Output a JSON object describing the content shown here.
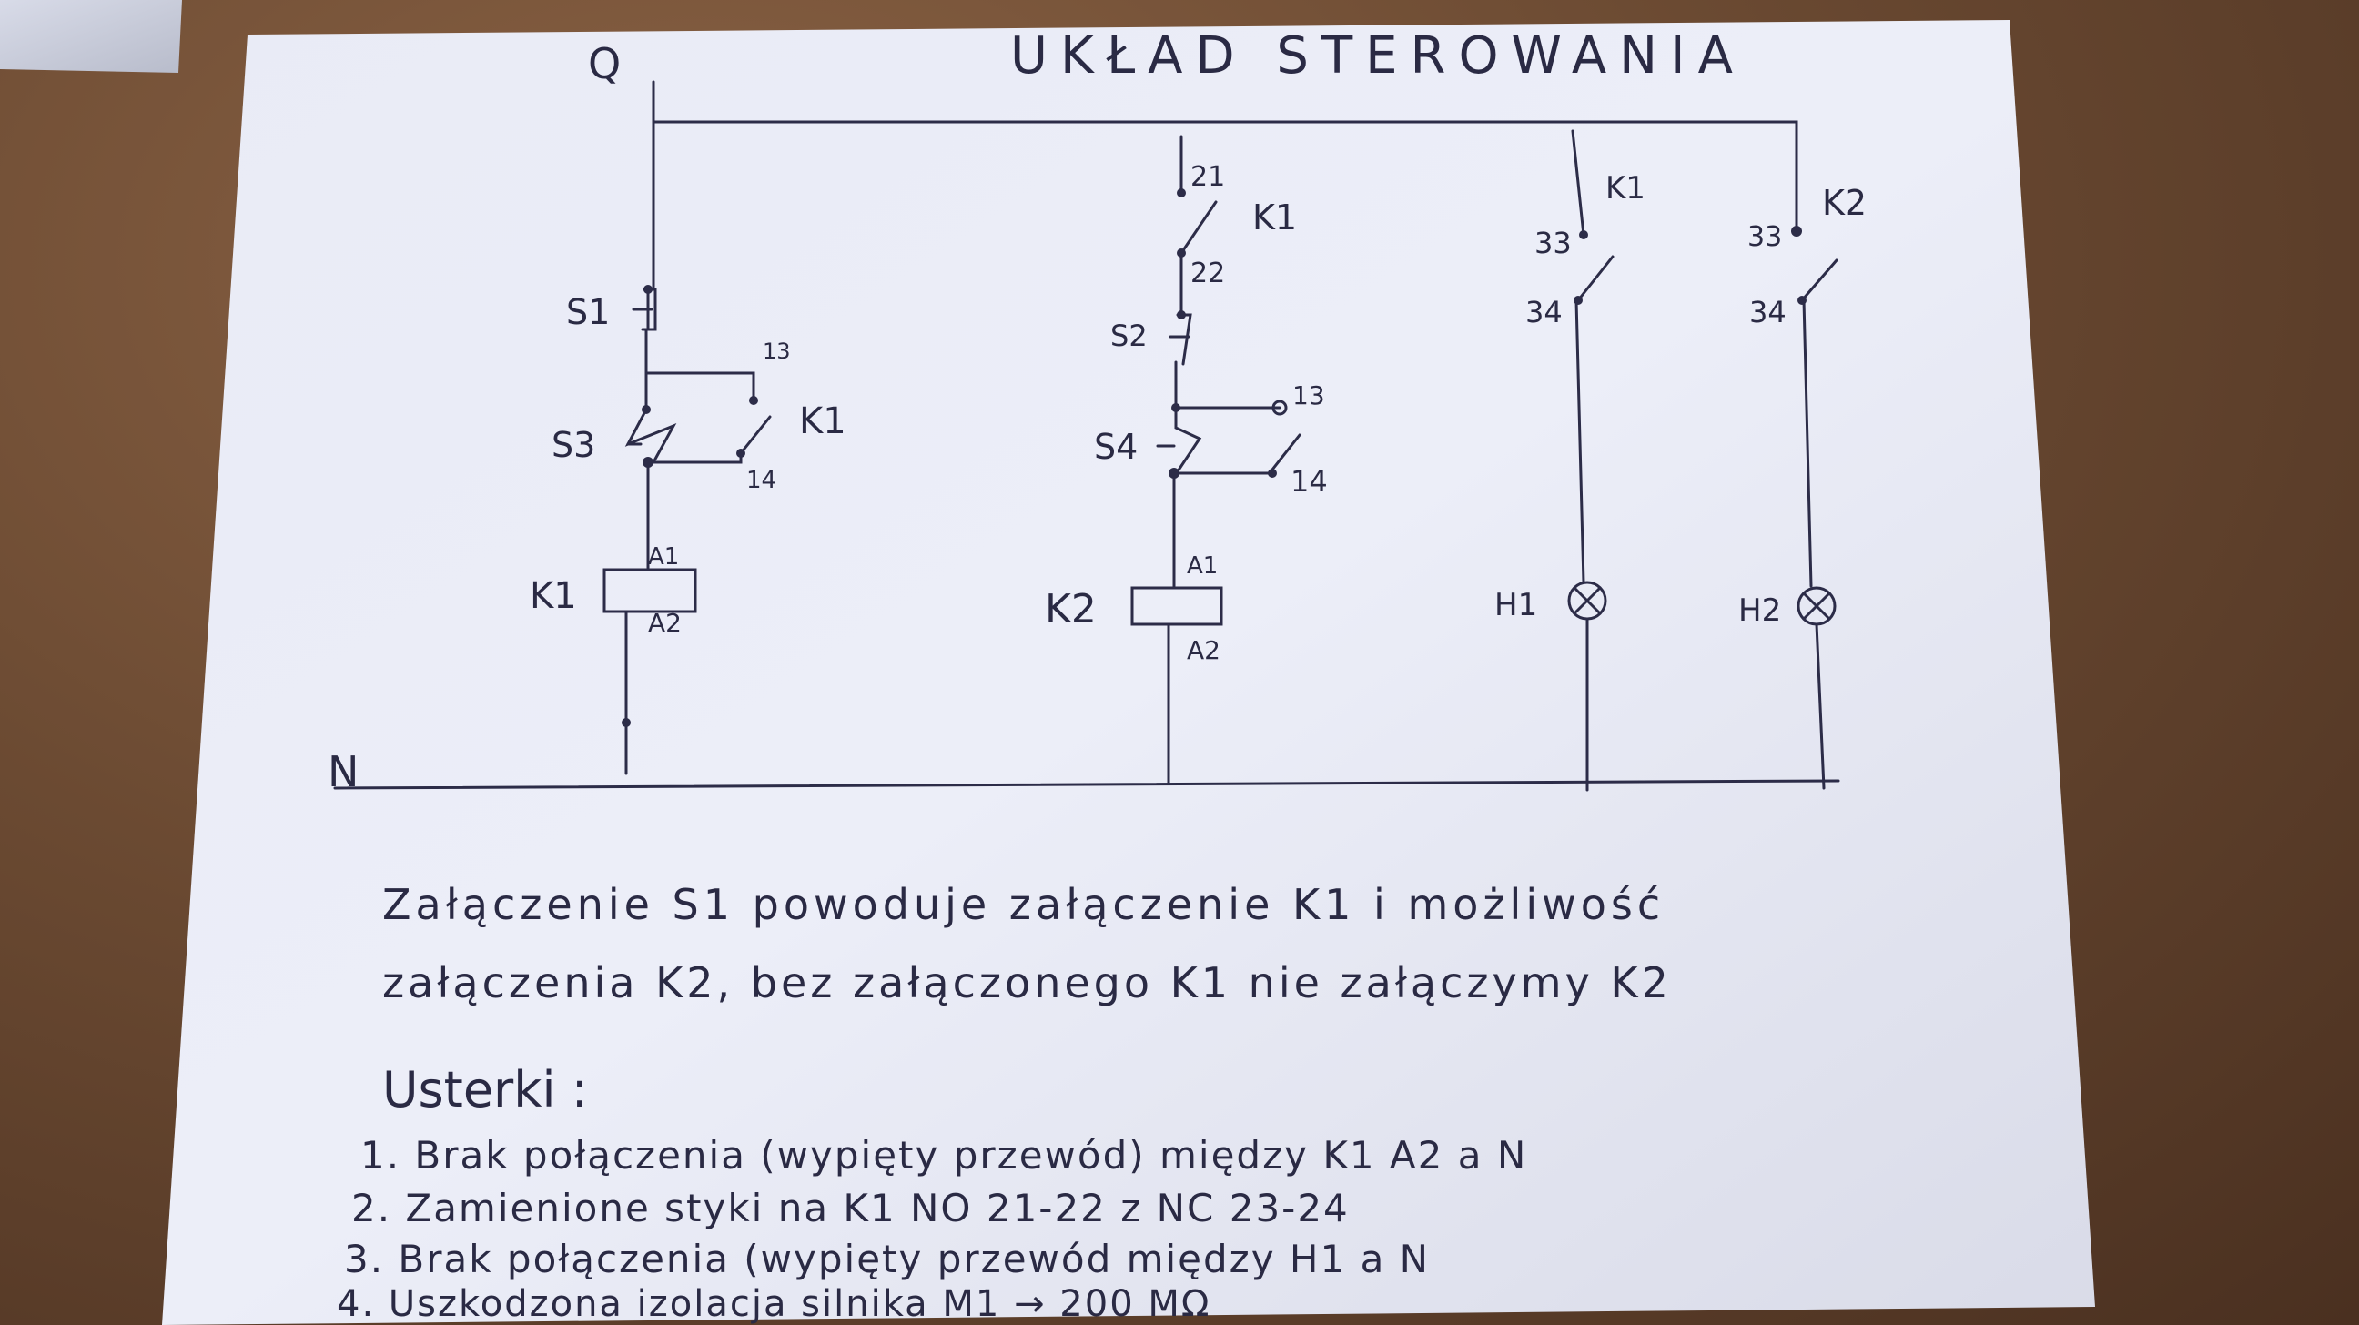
{
  "diagram": {
    "title": "UKŁAD STEROWANIA",
    "rails": {
      "top": "Q",
      "bottom": "N"
    },
    "branch1": {
      "s1": "S1",
      "s3": "S3",
      "k1_contact": "K1",
      "t13": "13",
      "t14": "14",
      "coil": "K1",
      "a1": "A1",
      "a2": "A2"
    },
    "branch2": {
      "t21": "21",
      "k1": "K1",
      "t22": "22",
      "s2": "S2",
      "s4": "S4",
      "t13": "13",
      "t14": "14",
      "coil": "K2",
      "a1": "A1",
      "a2": "A2"
    },
    "branch3": {
      "k": "K1",
      "t33": "33",
      "t34": "34",
      "lamp": "H1"
    },
    "branch4": {
      "k": "K2",
      "t33": "33",
      "t34": "34",
      "lamp": "H2"
    }
  },
  "notes": {
    "line1": "Załączenie S1 powoduje załączenie K1 i możliwość",
    "line2": "załączenia K2, bez załączonego K1 nie załączymy K2",
    "faults_header": "Usterki :",
    "faults": [
      "1. Brak połączenia (wypięty przewód) między K1 A2 a N",
      "2. Zamienione styki na K1 NO 21-22 z NC 23-24",
      "3. Brak połączenia (wypięty przewód między H1 a N",
      "4. Uszkodzona izolacja silnika M1 → 200 MΩ"
    ]
  }
}
